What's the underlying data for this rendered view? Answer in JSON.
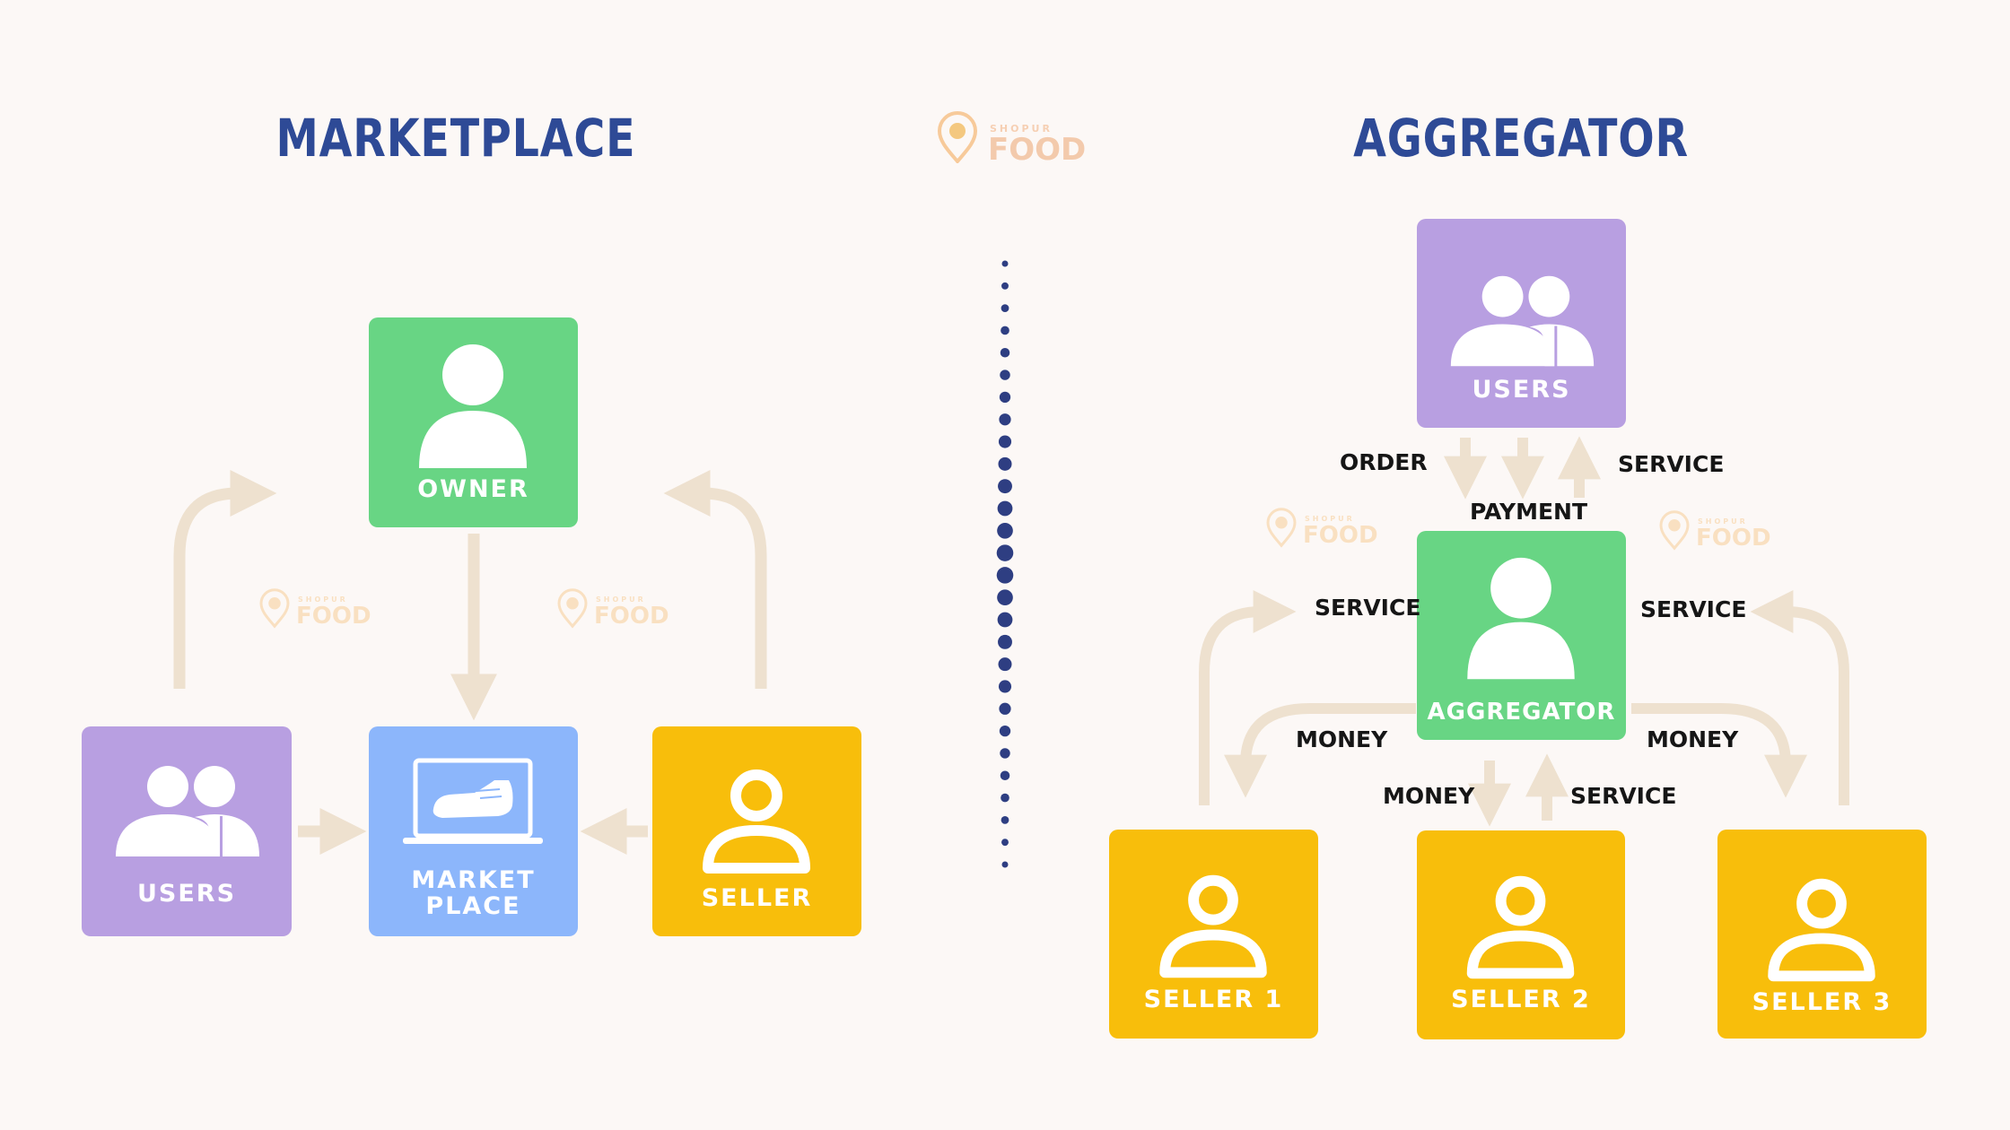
{
  "colors": {
    "background": "#fcf8f6",
    "title": "#2e4a96",
    "users": "#b89fe1",
    "owner": "#68d584",
    "marketplace": "#8cb6fb",
    "seller": "#f8be0b",
    "arrow": "#eee1cf",
    "dots": "#2e3e82",
    "label": "#161616",
    "logo": "#f2a43b"
  },
  "logo": {
    "top_text": "SHOPUR",
    "main_text": "FOOD",
    "icon": "location-pin-icon"
  },
  "marketplace": {
    "title": "MARKETPLACE",
    "owner": {
      "label": "OWNER",
      "icon": "person-icon"
    },
    "users": {
      "label": "USERS",
      "icon": "group-icon"
    },
    "market_place": {
      "label_line1": "MARKET",
      "label_line2": "PLACE",
      "icon": "laptop-shoe-icon"
    },
    "seller": {
      "label": "SELLER",
      "icon": "person-outline-icon"
    }
  },
  "aggregator": {
    "title": "AGGREGATOR",
    "users": {
      "label": "USERS",
      "icon": "group-icon"
    },
    "aggregator": {
      "label": "AGGREGATOR",
      "icon": "person-icon"
    },
    "seller1": {
      "label": "SELLER 1",
      "icon": "person-outline-icon"
    },
    "seller2": {
      "label": "SELLER 2",
      "icon": "person-outline-icon"
    },
    "seller3": {
      "label": "SELLER 3",
      "icon": "person-outline-icon"
    },
    "edges": {
      "order": "ORDER",
      "payment": "PAYMENT",
      "service_users": "SERVICE",
      "service_left": "SERVICE",
      "service_right": "SERVICE",
      "money_left": "MONEY",
      "money_right": "MONEY",
      "money_center": "MONEY",
      "service_center": "SERVICE"
    }
  }
}
